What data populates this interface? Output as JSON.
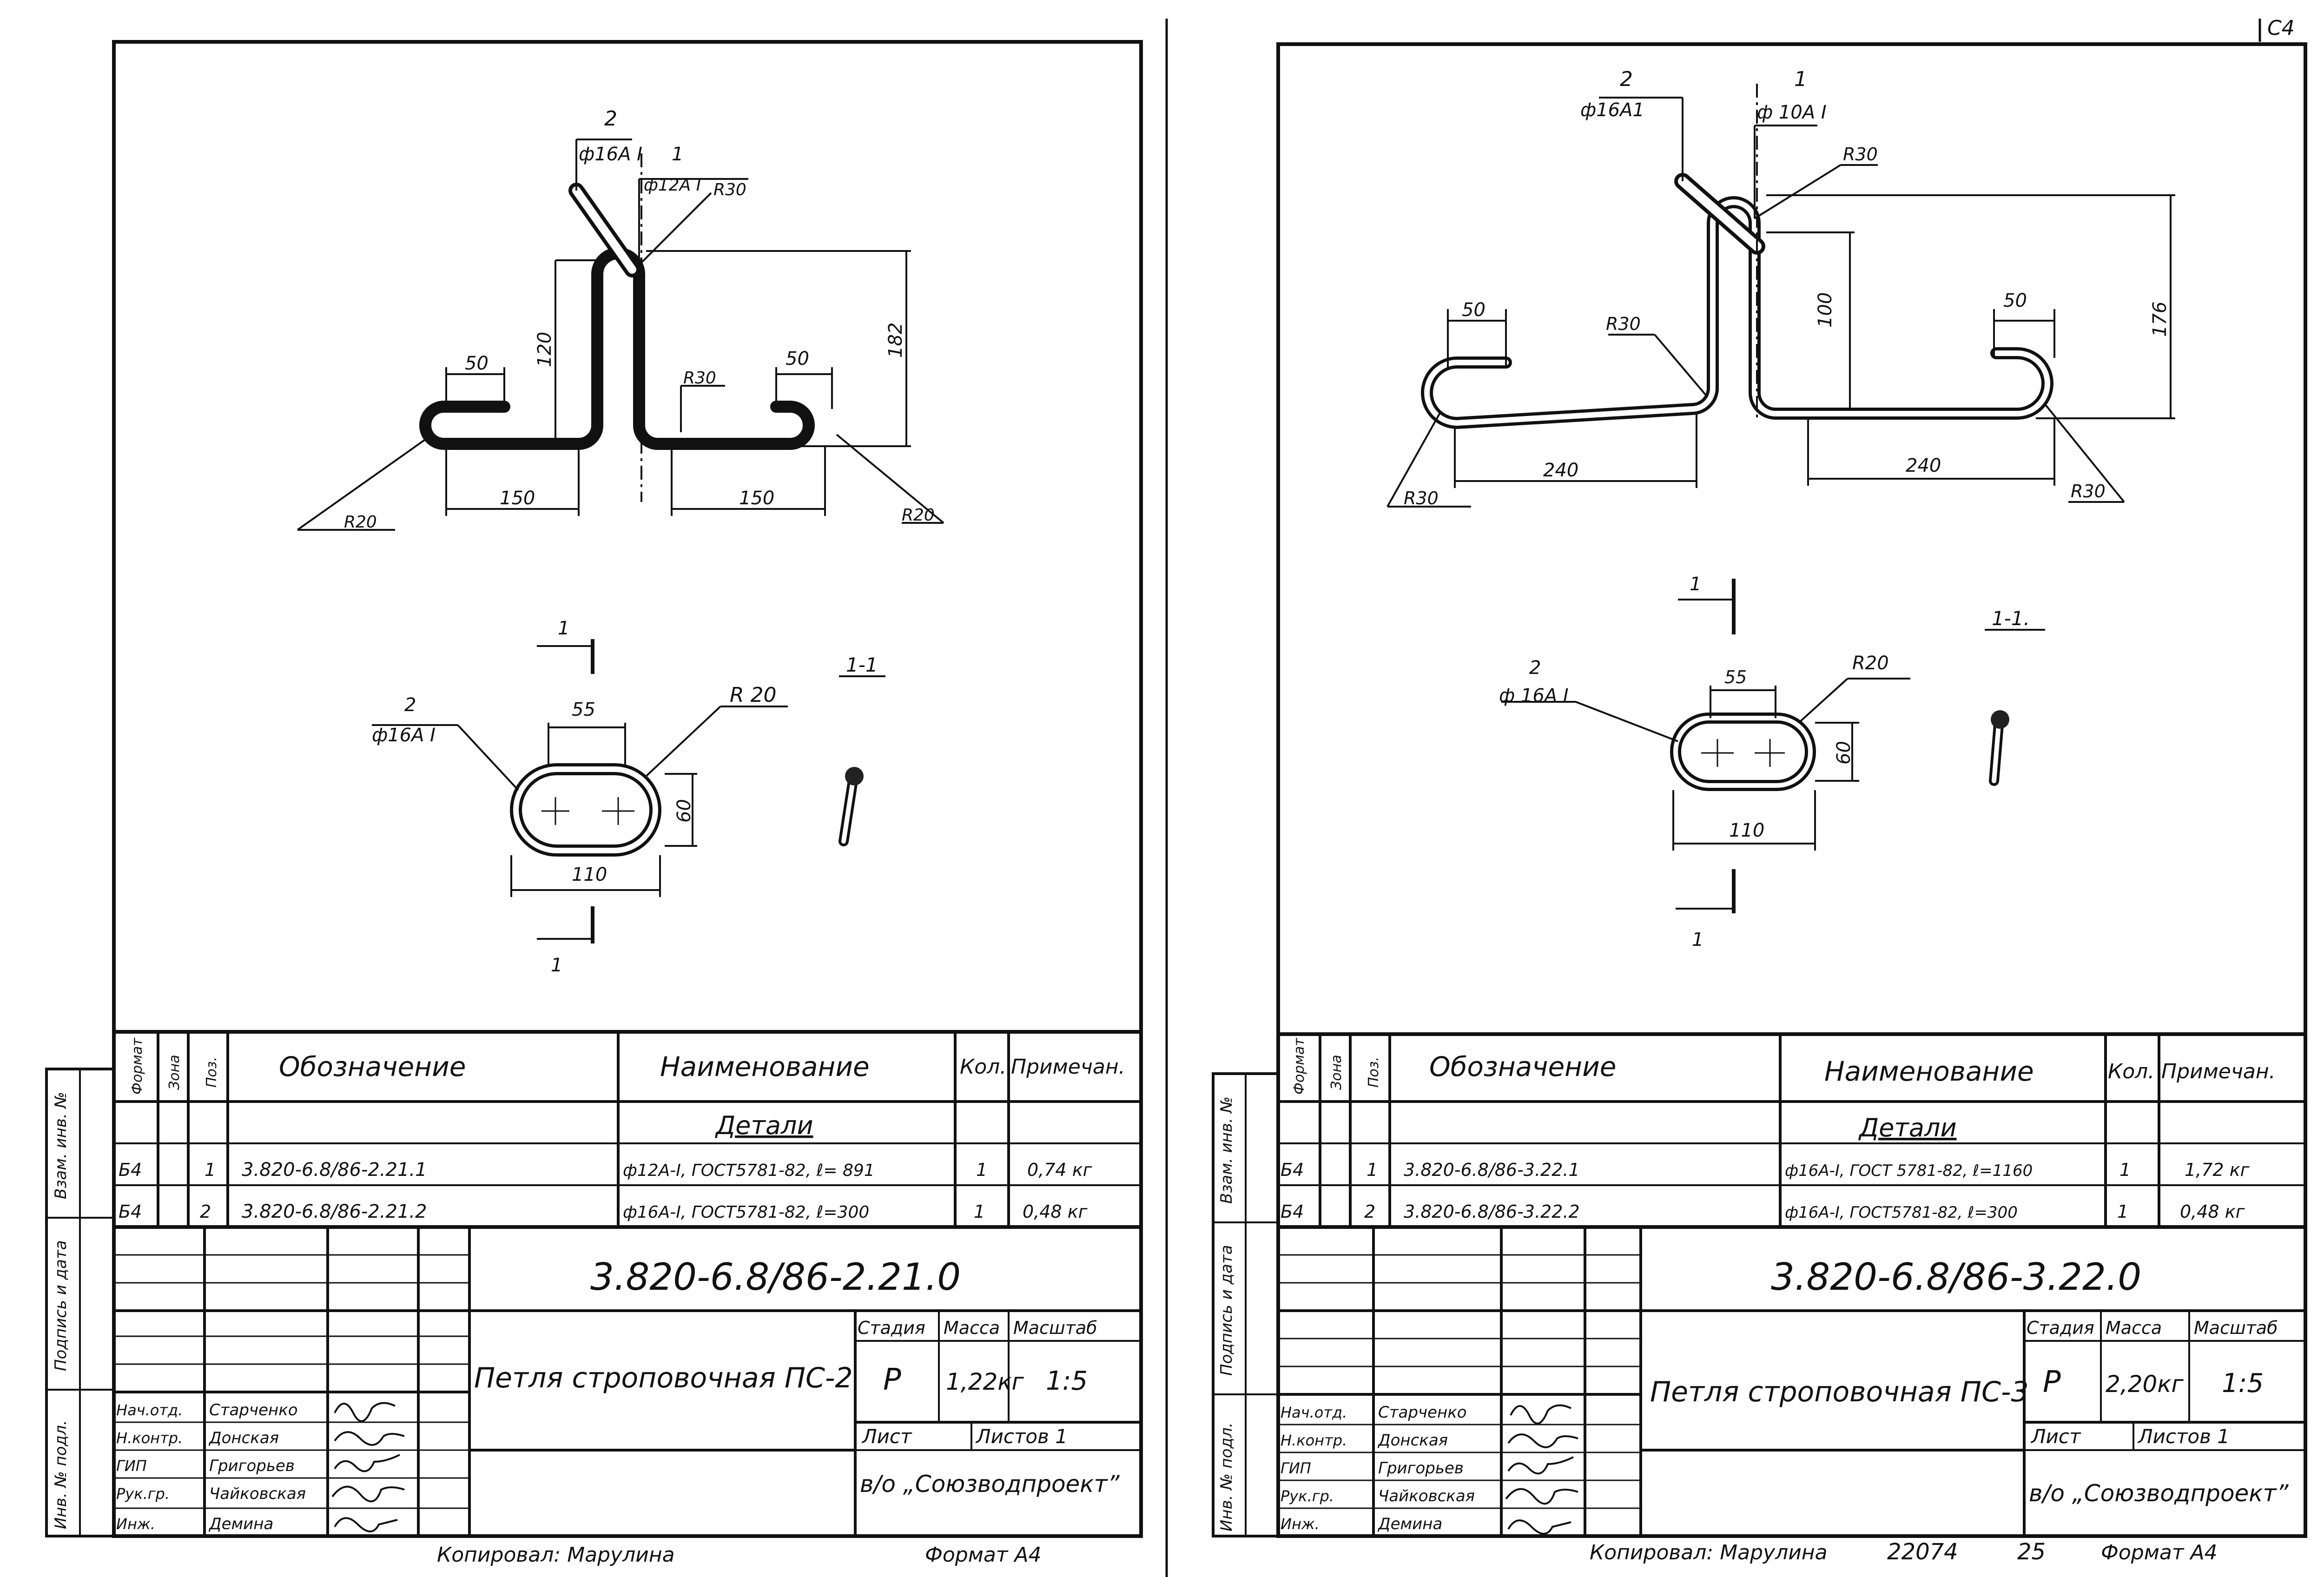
{
  "corner_mark": "С4",
  "sheets": [
    {
      "id": "left",
      "drawing": {
        "top_callout_pos": "2",
        "top_callout_rod": "ф16А I",
        "right_callout_pos": "1",
        "right_callout_rod": "ф12А I",
        "dims": {
          "r_top": "R30",
          "h_inner": "120",
          "h_total": "182",
          "w_hook_l": "50",
          "w_hook_r": "50",
          "r_mid": "R30",
          "w_base_l": "150",
          "w_base_r": "150",
          "r_l": "R20",
          "r_r": "R20"
        },
        "section": {
          "cut_label_top": "1",
          "cut_label_bot": "1",
          "title": "1-1",
          "pos": "2",
          "rod": "ф16А I",
          "w_inner": "55",
          "r": "R 20",
          "h": "60",
          "w_total": "110"
        }
      },
      "spec": {
        "headers": {
          "format": "Формат",
          "zone": "Зона",
          "pos": "Поз.",
          "designation": "Обозначение",
          "name": "Наименование",
          "qty": "Кол.",
          "note": "Примечан."
        },
        "side_labels": {
          "inv_vzam": "Взам. инв. №",
          "sign_date": "Подпись и дата",
          "inv_podl": "Инв. № подл."
        },
        "section_title": "Детали",
        "rows": [
          {
            "format": "Б4",
            "pos": "1",
            "designation": "3.820-6.8/86-2.21.1",
            "name": "ф12А-I, ГОСТ5781-82, ℓ= 891",
            "qty": "1",
            "note": "0,74 кг"
          },
          {
            "format": "Б4",
            "pos": "2",
            "designation": "3.820-6.8/86-2.21.2",
            "name": "ф16А-I, ГОСТ5781-82, ℓ=300",
            "qty": "1",
            "note": "0,48 кг"
          }
        ]
      },
      "title_block": {
        "doc_number": "3.820-6.8/86-2.21.0",
        "title": "Петля строповочная ПС-2",
        "stage_label": "Стадия",
        "mass_label": "Масса",
        "scale_label": "Масштаб",
        "stage": "Р",
        "mass": "1,22кг",
        "scale": "1:5",
        "sheet_label": "Лист",
        "sheets_label": "Листов 1",
        "org": "в/о „Союзводпроект”",
        "people": [
          {
            "role": "Нач.отд.",
            "name": "Старченко"
          },
          {
            "role": "Н.контр.",
            "name": "Донская"
          },
          {
            "role": "ГИП",
            "name": "Григорьев"
          },
          {
            "role": "Рук.гр.",
            "name": "Чайковская"
          },
          {
            "role": "Инж.",
            "name": "Демина"
          }
        ]
      },
      "footer": {
        "copied": "Копировал: Марулина",
        "format": "Формат А4"
      }
    },
    {
      "id": "right",
      "drawing": {
        "top_callout_pos": "2",
        "top_callout_rod": "ф16А1",
        "right_callout_pos": "1",
        "right_callout_rod": "ф 10А I",
        "dims": {
          "r_top": "R30",
          "h_inner": "100",
          "h_total": "176",
          "w_hook_l": "50",
          "w_hook_r": "50",
          "r_mid": "R30",
          "w_base_l": "240",
          "w_base_r": "240",
          "r_l": "R30",
          "r_r": "R30"
        },
        "section": {
          "cut_label_top": "1",
          "cut_label_bot": "1",
          "title": "1-1.",
          "pos": "2",
          "rod": "ф 16А I",
          "w_inner": "55",
          "r": "R20",
          "h": "60",
          "w_total": "110"
        }
      },
      "spec": {
        "headers": {
          "format": "Формат",
          "zone": "Зона",
          "pos": "Поз.",
          "designation": "Обозначение",
          "name": "Наименование",
          "qty": "Кол.",
          "note": "Примечан."
        },
        "side_labels": {
          "inv_vzam": "Взам. инв. №",
          "sign_date": "Подпись и дата",
          "inv_podl": "Инв. № подл."
        },
        "section_title": "Детали",
        "rows": [
          {
            "format": "Б4",
            "pos": "1",
            "designation": "3.820-6.8/86-3.22.1",
            "name": "ф16А-I, ГОСТ 5781-82, ℓ=1160",
            "qty": "1",
            "note": "1,72 кг"
          },
          {
            "format": "Б4",
            "pos": "2",
            "designation": "3.820-6.8/86-3.22.2",
            "name": "ф16А-I, ГОСТ5781-82, ℓ=300",
            "qty": "1",
            "note": "0,48 кг"
          }
        ]
      },
      "title_block": {
        "doc_number": "3.820-6.8/86-3.22.0",
        "title": "Петля строповочная ПС-3",
        "stage_label": "Стадия",
        "mass_label": "Масса",
        "scale_label": "Масштаб",
        "stage": "Р",
        "mass": "2,20кг",
        "scale": "1:5",
        "sheet_label": "Лист",
        "sheets_label": "Листов 1",
        "org": "в/о „Союзводпроект”",
        "people": [
          {
            "role": "Нач.отд.",
            "name": "Старченко"
          },
          {
            "role": "Н.контр.",
            "name": "Донская"
          },
          {
            "role": "ГИП",
            "name": "Григорьев"
          },
          {
            "role": "Рук.гр.",
            "name": "Чайковская"
          },
          {
            "role": "Инж.",
            "name": "Демина"
          }
        ]
      },
      "footer": {
        "copied": "Копировал: Марулина",
        "format": "Формат А4",
        "stamp_a": "22074",
        "stamp_b": "25"
      }
    }
  ]
}
